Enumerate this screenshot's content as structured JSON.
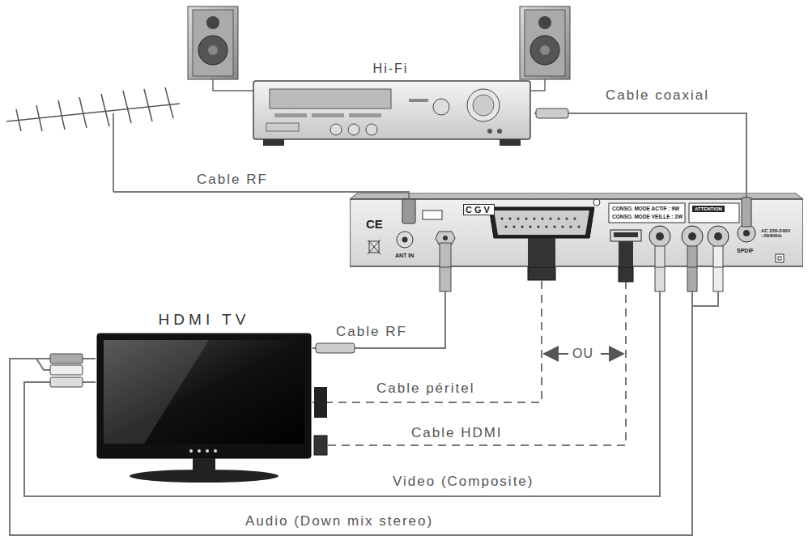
{
  "diagram": {
    "nodes": [
      {
        "text": [
          "Hi-Fi"
        ]
      },
      {
        "text": [
          "CE",
          "ANT IN",
          "CGV",
          "CONSO. MODE ACTIF : 9W",
          "CONSO. MODE VEILLE : 2W",
          "ATTENTION",
          "SPDIF",
          "AC 220-240V ~50/60Hz"
        ]
      },
      {
        "text": [
          "HDMI TV"
        ]
      }
    ],
    "edges": [
      {
        "from": 1,
        "to": 0,
        "arrow": "none",
        "label": "Cable coaxial"
      },
      {
        "from": 1,
        "to": 2,
        "arrow": "none",
        "label": "Cable RF"
      },
      {
        "from": 1,
        "to": 2,
        "arrow": "none",
        "label": "Cable péritel"
      },
      {
        "from": 1,
        "to": 2,
        "arrow": "none",
        "label": "Cable HDMI"
      },
      {
        "from": 1,
        "to": 2,
        "arrow": "none",
        "label": "Video (Composite)"
      },
      {
        "from": 1,
        "to": 2,
        "arrow": "none",
        "label": "Audio (Down mix stereo)"
      }
    ],
    "labels": [
      "Cable RF",
      "OU"
    ]
  }
}
